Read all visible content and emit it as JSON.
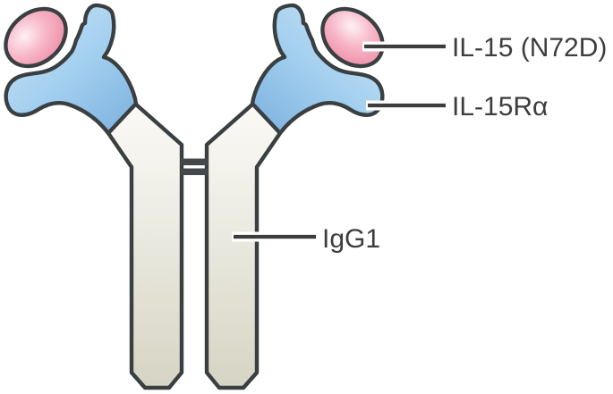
{
  "labels": {
    "il15": "IL-15 (N72D)",
    "il15ra": "IL-15Rα",
    "igg1": "IgG1"
  },
  "colors": {
    "background": "#ffffff",
    "outline": "#3a3f42",
    "label_text": "#3d3d3d",
    "disulfide": "#45484a",
    "beige_light": "#fbfaf7",
    "beige_mid": "#efeee6",
    "beige_deep": "#d5d3c2",
    "blue_light": "#cde6f7",
    "blue_mid": "#a3cfef",
    "blue_deep": "#7fb3e0",
    "pink_light": "#fdf1f4",
    "pink_mid": "#f7b6c7",
    "pink_deep": "#ee92ab",
    "pink_rim": "#e7819e"
  }
}
